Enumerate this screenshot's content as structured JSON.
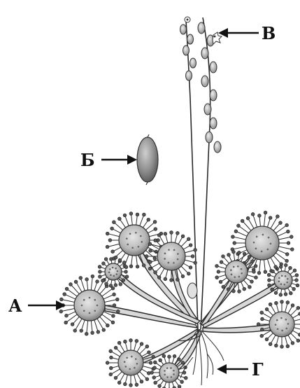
{
  "labels": {
    "a": "А",
    "b": "Б",
    "v": "В",
    "g": "Г"
  },
  "colors": {
    "ink": "#1e1e1e",
    "leaf_fill": "#c9c9c9",
    "leaf_dark": "#8a8a8a",
    "background": "#ffffff"
  }
}
